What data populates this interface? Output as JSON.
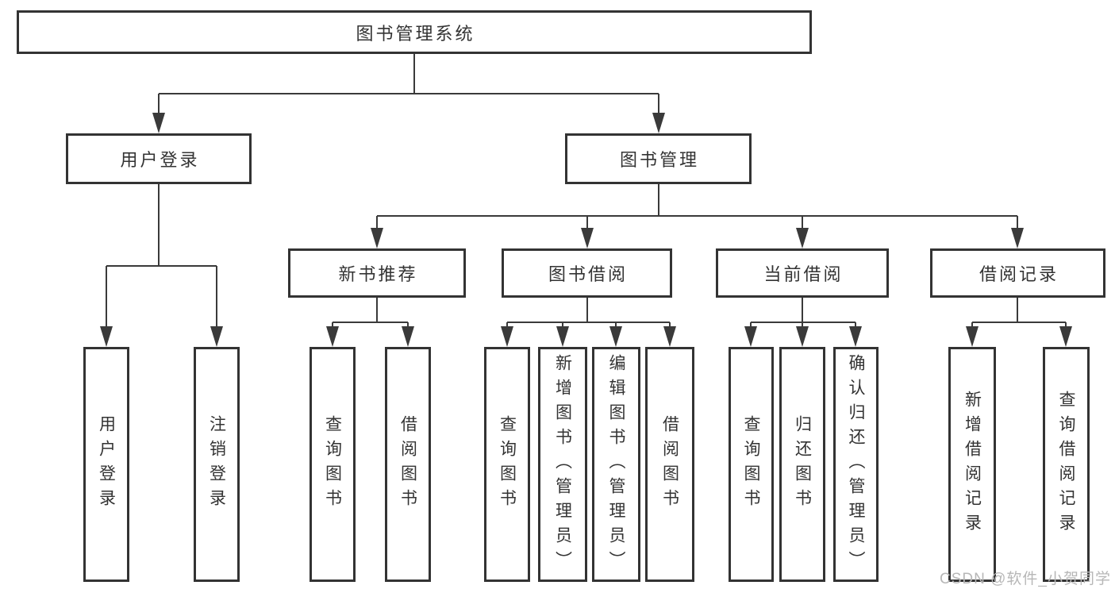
{
  "diagram": {
    "type": "hierarchy-tree",
    "root": {
      "label": "图书管理系统"
    },
    "level1": [
      {
        "label": "用户登录",
        "children": [
          "用户登录",
          "注销登录"
        ]
      },
      {
        "label": "图书管理",
        "sections": [
          {
            "label": "新书推荐",
            "children": [
              "查询图书",
              "借阅图书"
            ]
          },
          {
            "label": "图书借阅",
            "children": [
              "查询图书",
              "新增图书（管理员）",
              "编辑图书（管理员）",
              "借阅图书"
            ]
          },
          {
            "label": "当前借阅",
            "children": [
              "查询图书",
              "归还图书",
              "确认归还（管理员）"
            ]
          },
          {
            "label": "借阅记录",
            "children": [
              "新增借阅记录",
              "查询借阅记录"
            ]
          }
        ]
      }
    ]
  },
  "watermark": {
    "text": "CSDN @软件_小贺同学"
  },
  "colors": {
    "line": "#3a3a3a",
    "box_border": "#333333",
    "text": "#333333",
    "background": "#ffffff",
    "watermark": "#b7b7b7"
  }
}
